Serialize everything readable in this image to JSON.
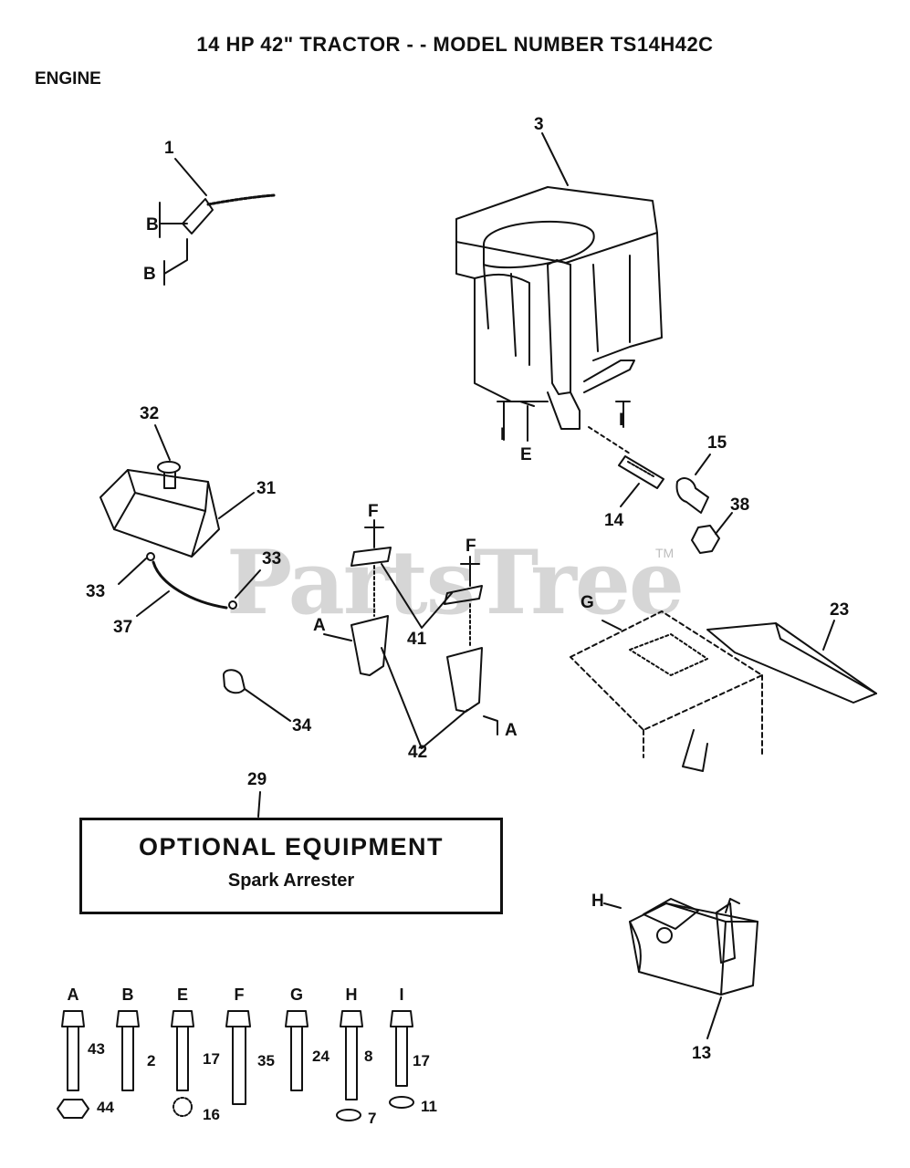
{
  "header": {
    "title": "14 HP 42\" TRACTOR - - MODEL NUMBER TS14H42C",
    "section": "ENGINE"
  },
  "watermark": {
    "text": "PartsTree",
    "tm": "TM"
  },
  "callouts": {
    "c1": "1",
    "c3": "3",
    "c32": "32",
    "c31": "31",
    "c33a": "33",
    "c33b": "33",
    "c37": "37",
    "c34": "34",
    "c41": "41",
    "c42": "42",
    "c15": "15",
    "c14": "14",
    "c38": "38",
    "c23": "23",
    "c29": "29",
    "c13": "13"
  },
  "letters": {
    "b1": "B",
    "b2": "B",
    "i1": "I",
    "i2": "I",
    "e": "E",
    "f1": "F",
    "f2": "F",
    "a1": "A",
    "a2": "A",
    "g": "G",
    "h": "H"
  },
  "optional_equipment": {
    "heading": "OPTIONAL EQUIPMENT",
    "item": "Spark Arrester"
  },
  "hardware": [
    {
      "letter": "A",
      "bolt": "43",
      "extra": "44"
    },
    {
      "letter": "B",
      "bolt": "2",
      "extra": ""
    },
    {
      "letter": "E",
      "bolt": "17",
      "extra": "16"
    },
    {
      "letter": "F",
      "bolt": "35",
      "extra": ""
    },
    {
      "letter": "G",
      "bolt": "24",
      "extra": ""
    },
    {
      "letter": "H",
      "bolt": "8",
      "extra": "7"
    },
    {
      "letter": "I",
      "bolt": "17",
      "extra": "11"
    }
  ]
}
